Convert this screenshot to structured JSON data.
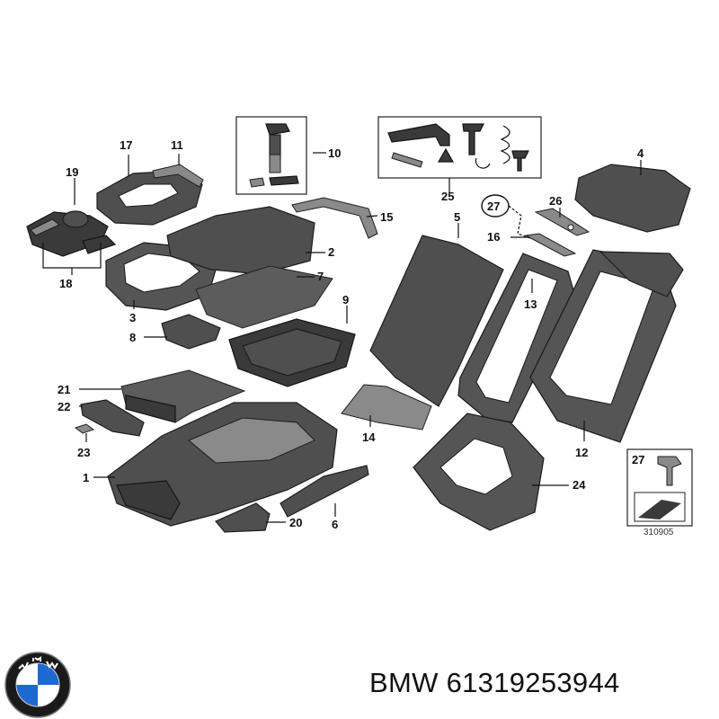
{
  "diagram": {
    "callouts": [
      "1",
      "2",
      "3",
      "4",
      "5",
      "6",
      "7",
      "8",
      "9",
      "10",
      "11",
      "12",
      "13",
      "14",
      "15",
      "16",
      "17",
      "18",
      "19",
      "20",
      "21",
      "22",
      "23",
      "24",
      "25",
      "26",
      "27",
      "27"
    ],
    "reference_number": "310905"
  },
  "footer": {
    "brand": "BMW",
    "part_number": "61319253944"
  },
  "logo": {
    "name": "bmw-roundel",
    "colors": {
      "blue": "#1c69d4",
      "white": "#ffffff",
      "ring": "#1a1a1a"
    }
  }
}
